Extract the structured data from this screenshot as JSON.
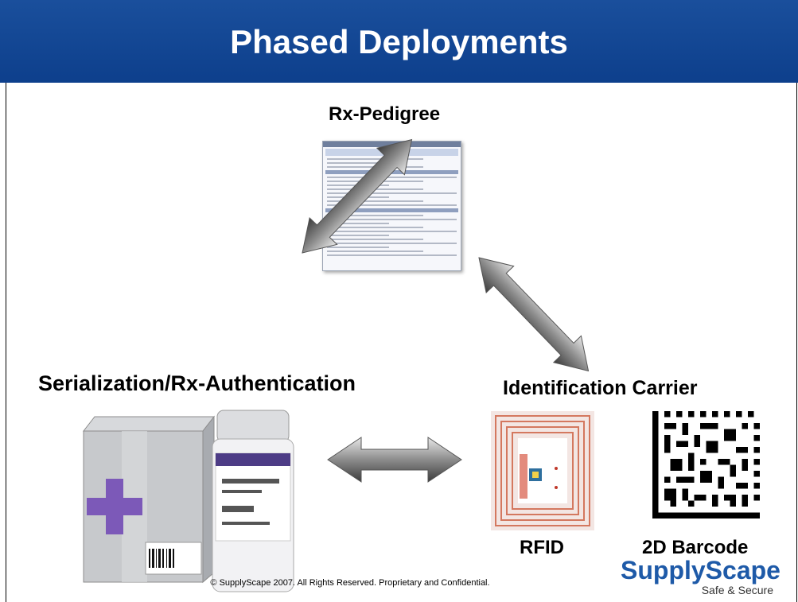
{
  "slide": {
    "title": "Phased Deployments"
  },
  "nodes": {
    "top": "Rx-Pedigree",
    "left": "Serialization/Rx-Authentication",
    "right": "Identification Carrier"
  },
  "sub_labels": {
    "rfid": "RFID",
    "barcode": "2D Barcode"
  },
  "footer": {
    "copyright": "© SupplyScape 2007.  All Rights Reserved. Proprietary and Confidential."
  },
  "logo": {
    "name": "SupplyScape",
    "tagline": "Safe & Secure"
  }
}
